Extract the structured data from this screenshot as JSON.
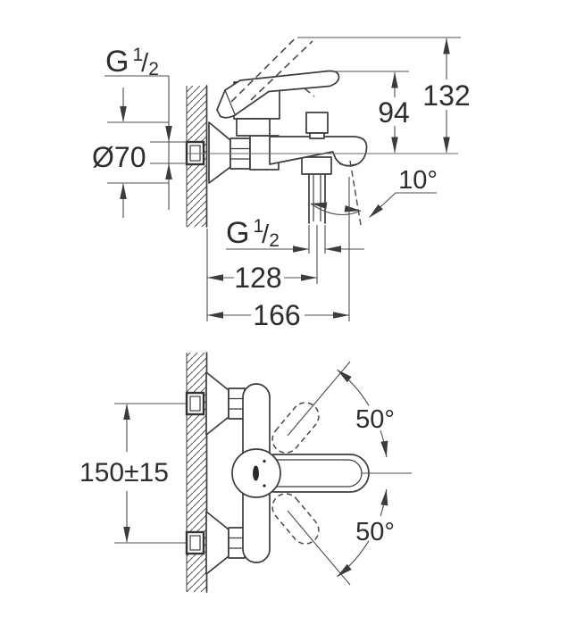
{
  "side_view": {
    "wall_thread": {
      "base": "G",
      "sup": "1",
      "slash": "/",
      "sub": "2"
    },
    "escutcheon_diameter": "Ø70",
    "lever_height": "94",
    "lever_raised_height": "132",
    "spout_angle": "10°",
    "outlet_thread": {
      "base": "G",
      "sup": "1",
      "slash": "/",
      "sub": "2"
    },
    "wall_to_outlet": "128",
    "wall_to_spout_tip": "166"
  },
  "front_view": {
    "connection_spacing": "150±15",
    "swing_up": "50°",
    "swing_down": "50°"
  }
}
